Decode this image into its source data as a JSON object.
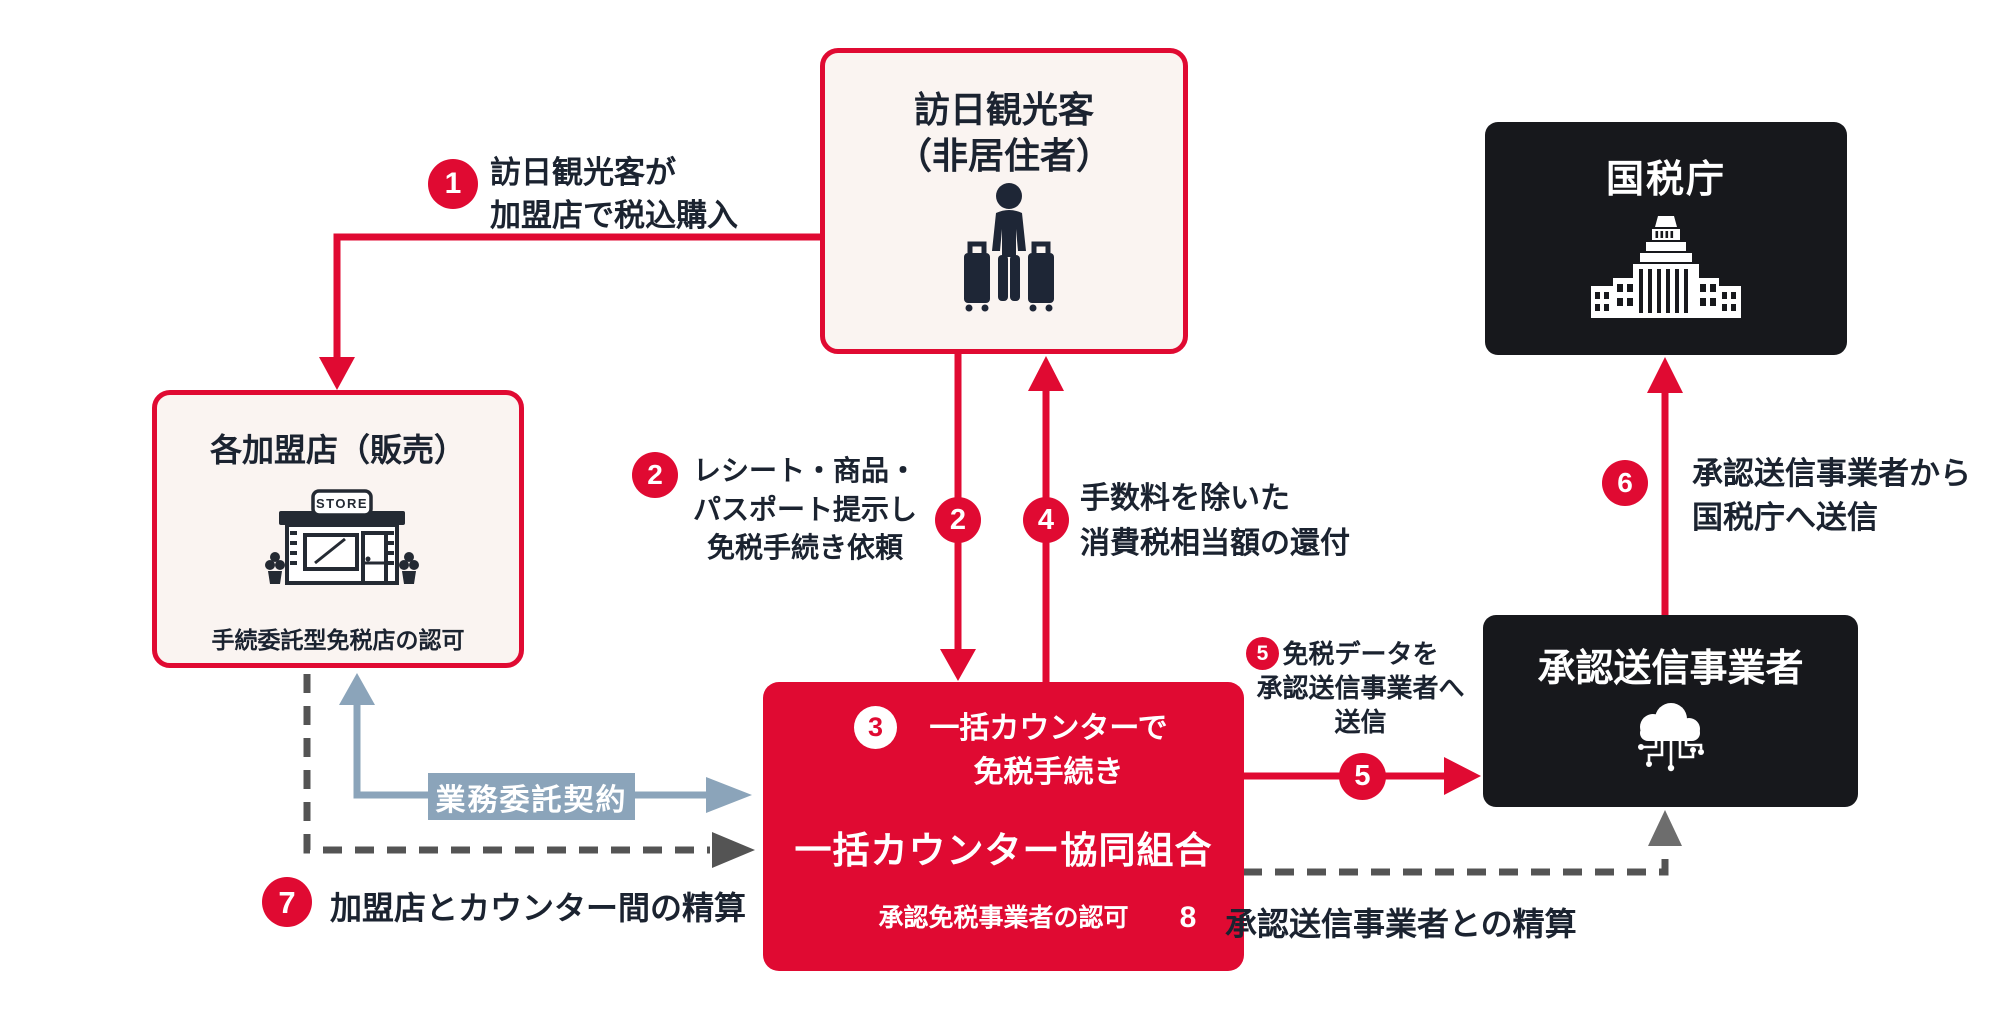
{
  "palette": {
    "red": "#e00a32",
    "navy_text": "#1b2330",
    "cream_box_bg": "#faf4f1",
    "black_box_bg": "#17181c",
    "steel_blue": "#8ba4ba",
    "dash_gray": "#545454",
    "white": "#ffffff"
  },
  "nodes": {
    "visitor": {
      "title": "訪日観光客",
      "subtitle": "（非居住者）",
      "icon": "traveler-icon"
    },
    "store": {
      "title": "各加盟店（販売）",
      "sign": "STORE",
      "note": "手続委託型免税店の認可",
      "icon": "store-icon"
    },
    "counter": {
      "step_num": "3",
      "step_label": "一括カウンターで\n免税手続き",
      "title": "一括カウンター協同組合",
      "note": "承認免税事業者の認可"
    },
    "transmitter": {
      "title": "承認送信事業者",
      "icon": "cloud-network-icon"
    },
    "nta": {
      "title": "国税庁",
      "icon": "government-building-icon"
    }
  },
  "steps": {
    "s1": {
      "num": "1",
      "label": "訪日観光客が\n加盟店で税込購入"
    },
    "s2": {
      "num": "2",
      "label": "レシート・商品・\nパスポート提示し\n免税手続き依頼"
    },
    "s4": {
      "num": "4",
      "label": "手数料を除いた\n消費税相当額の還付"
    },
    "s5": {
      "num": "5",
      "label": "免税データを\n承認送信事業者へ\n送信"
    },
    "s6": {
      "num": "6",
      "label": "承認送信事業者から\n国税庁へ送信"
    },
    "s7": {
      "num": "7",
      "label": "加盟店とカウンター間の精算"
    },
    "s8": {
      "num": "8",
      "label": "承認送信事業者との精算"
    }
  },
  "connectors": {
    "contract_label": "業務委託契約"
  }
}
